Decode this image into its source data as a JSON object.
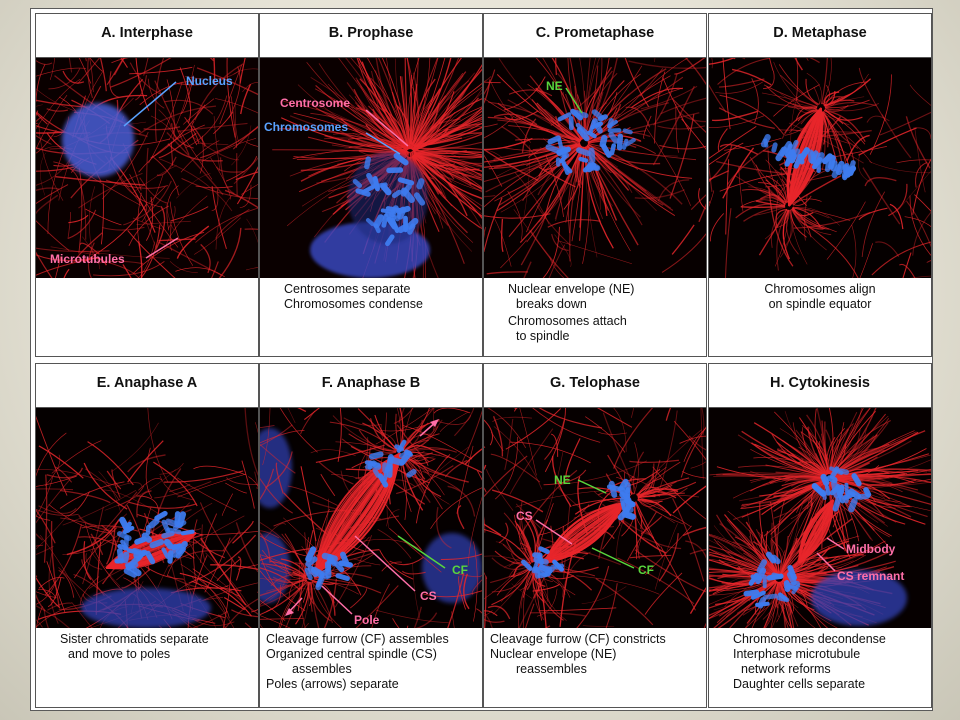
{
  "panels": [
    {
      "title": "A. Interphase",
      "labels": {
        "nucleus": "Nucleus",
        "microtubules": "Microtubules"
      },
      "caption": []
    },
    {
      "title": "B. Prophase",
      "labels": {
        "centrosome": "Centrosome",
        "chromosomes": "Chromosomes"
      },
      "caption": [
        "Centrosomes separate",
        "Chromosomes condense"
      ]
    },
    {
      "title": "C. Prometaphase",
      "labels": {
        "ne": "NE"
      },
      "caption": [
        "Nuclear envelope (NE)",
        "breaks down",
        "Chromosomes attach",
        "to spindle"
      ]
    },
    {
      "title": "D. Metaphase",
      "labels": {},
      "caption": [
        "Chromosomes align",
        "on spindle equator"
      ]
    },
    {
      "title": "E. Anaphase A",
      "labels": {},
      "caption": [
        "Sister chromatids separate",
        "and move to poles"
      ]
    },
    {
      "title": "F. Anaphase B",
      "labels": {
        "cf": "CF",
        "cs": "CS",
        "pole": "Pole"
      },
      "caption": [
        "Cleavage furrow (CF) assembles",
        "Organized central spindle (CS)",
        "assembles",
        "Poles (arrows) separate"
      ]
    },
    {
      "title": "G. Telophase",
      "labels": {
        "ne": "NE",
        "cs": "CS",
        "cf": "CF"
      },
      "caption": [
        "Cleavage furrow (CF) constricts",
        "Nuclear envelope (NE)",
        "reassembles"
      ]
    },
    {
      "title": "H. Cytokinesis",
      "labels": {
        "midbody": "Midbody",
        "cs_remnant": "CS remnant"
      },
      "caption": [
        "Chromosomes decondense",
        "Interphase microtubule",
        "network reforms",
        "Daughter cells separate"
      ]
    }
  ],
  "colors": {
    "microtubules": "#e8262b",
    "chromosomes": "#3e7cf0",
    "label_pink": "#ff6fa8",
    "label_blue": "#5aa2ff",
    "label_green": "#59d63d"
  }
}
